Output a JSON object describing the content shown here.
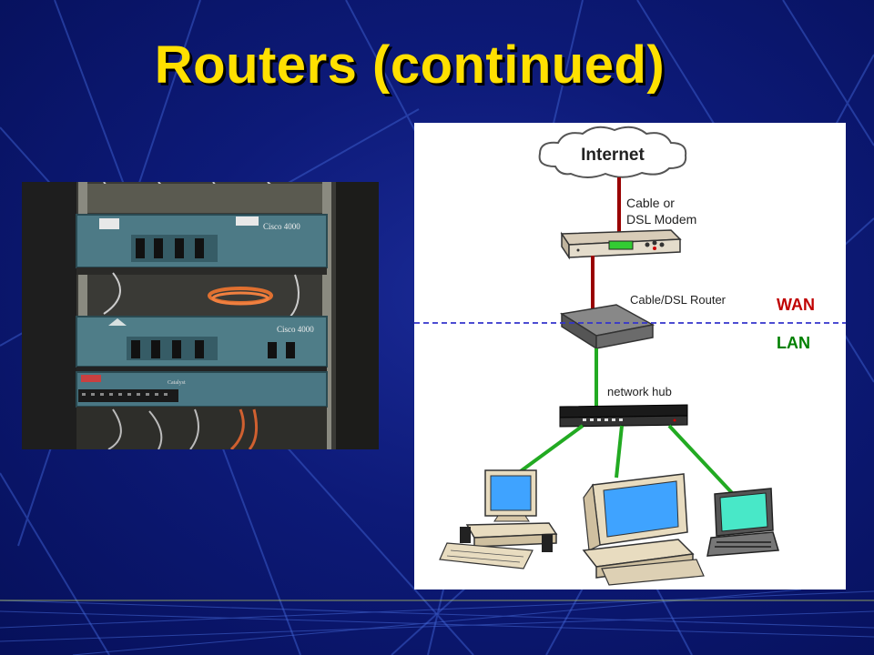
{
  "slide": {
    "title": "Routers (continued)",
    "title_color": "#ffe000",
    "background_color": "#0d1a78"
  },
  "photo": {
    "device_labels": {
      "router_top": "Cisco 4000",
      "router_middle": "Cisco 4000",
      "switch": "Catalyst"
    }
  },
  "diagram": {
    "internet_label": "Internet",
    "modem_label_line1": "Cable or",
    "modem_label_line2": "DSL Modem",
    "router_label": "Cable/DSL Router",
    "wan_label": "WAN",
    "lan_label": "LAN",
    "hub_label": "network hub",
    "colors": {
      "wan": "#c00000",
      "lan": "#008000",
      "divider": "#3333cc",
      "lan_cable": "#22aa22",
      "wan_cable": "#990000"
    }
  }
}
